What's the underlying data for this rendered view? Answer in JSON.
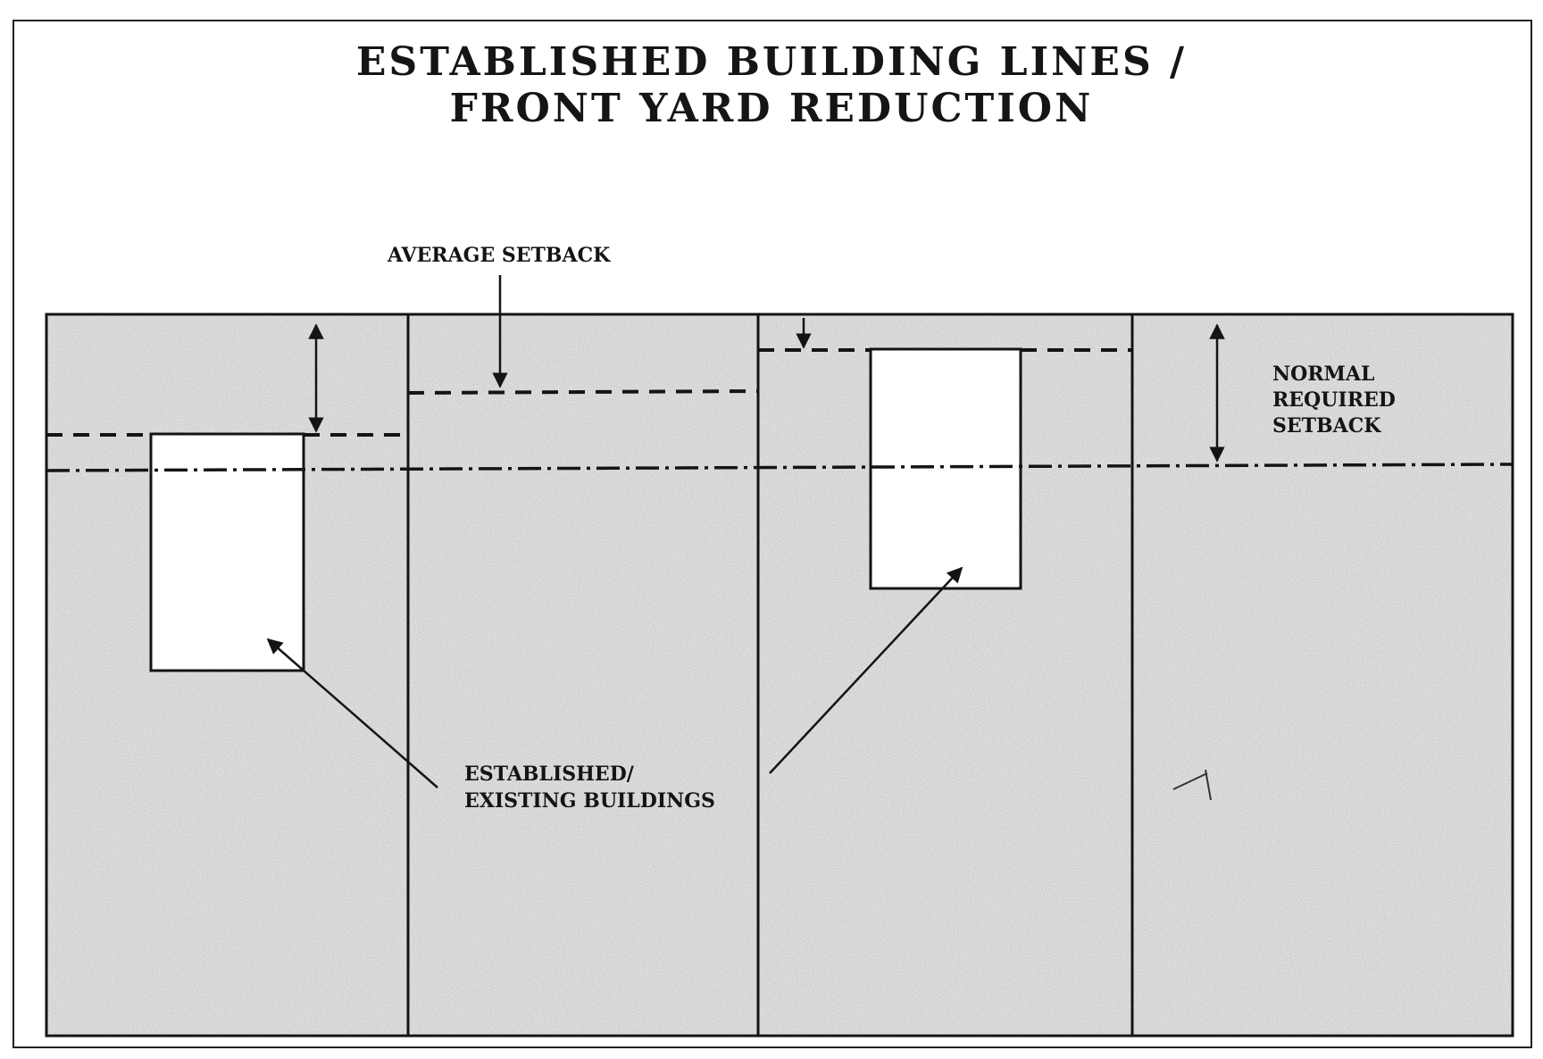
{
  "title": {
    "line1": "ESTABLISHED BUILDING LINES /",
    "line2": "FRONT YARD REDUCTION"
  },
  "labels": {
    "average_setback": "AVERAGE SETBACK",
    "normal_required_setback": [
      "NORMAL",
      "REQUIRED",
      "SETBACK"
    ],
    "established_buildings": [
      "ESTABLISHED/",
      "EXISTING BUILDINGS"
    ]
  },
  "colors": {
    "ink": "#141414",
    "lot_fill": "#d7d7d7",
    "building_fill": "#ffffff"
  }
}
